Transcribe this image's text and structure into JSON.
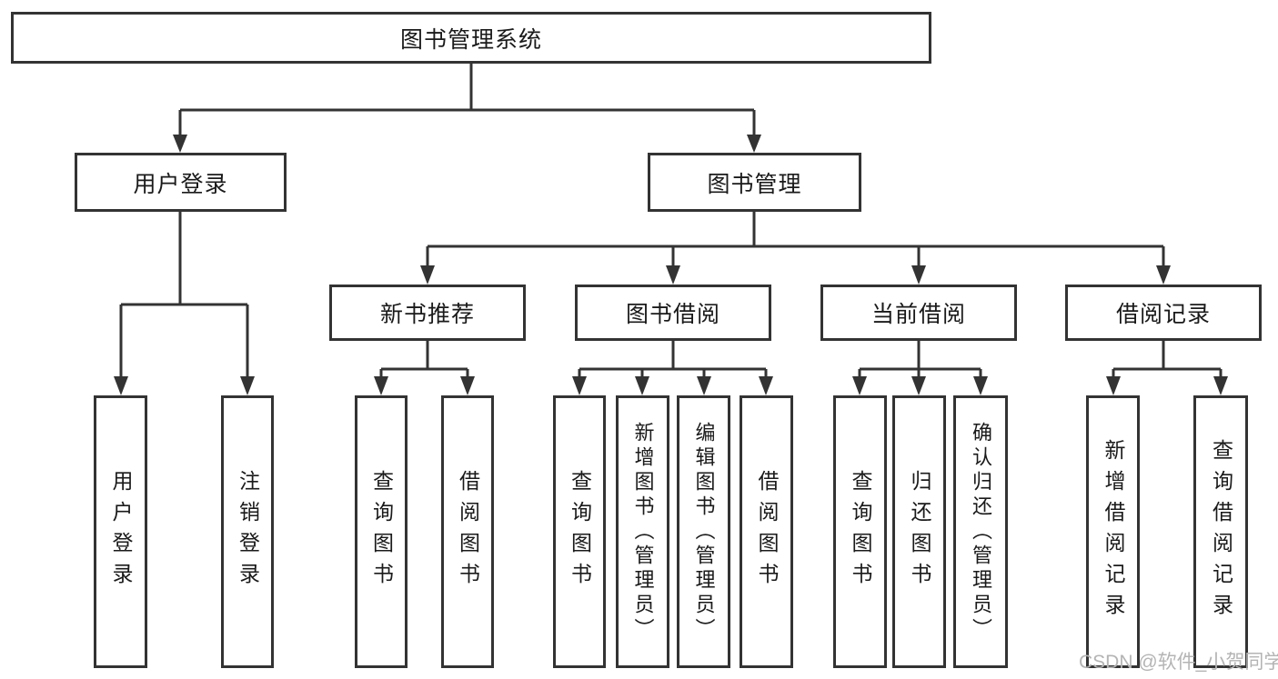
{
  "tree": {
    "root": {
      "label": "图书管理系统"
    },
    "level1": [
      {
        "label": "用户登录",
        "children": [
          {
            "label": "用户登录"
          },
          {
            "label": "注销登录"
          }
        ]
      },
      {
        "label": "图书管理",
        "children": [
          {
            "label": "新书推荐",
            "children": [
              {
                "label": "查询图书"
              },
              {
                "label": "借阅图书"
              }
            ]
          },
          {
            "label": "图书借阅",
            "children": [
              {
                "label": "查询图书"
              },
              {
                "label": "新增图书（管理员）"
              },
              {
                "label": "编辑图书（管理员）"
              },
              {
                "label": "借阅图书"
              }
            ]
          },
          {
            "label": "当前借阅",
            "children": [
              {
                "label": "查询图书"
              },
              {
                "label": "归还图书"
              },
              {
                "label": "确认归还（管理员）"
              }
            ]
          },
          {
            "label": "借阅记录",
            "children": [
              {
                "label": "新增借阅记录"
              },
              {
                "label": "查询借阅记录"
              }
            ]
          }
        ]
      }
    ]
  },
  "watermark": {
    "text": "CSDN @软件_小贺同学"
  },
  "colors": {
    "line": "#333333",
    "border": "#333333",
    "fill": "#ffffff",
    "text": "#1a1a1a",
    "background": "#ffffff",
    "watermark": "#b4b4b4"
  }
}
